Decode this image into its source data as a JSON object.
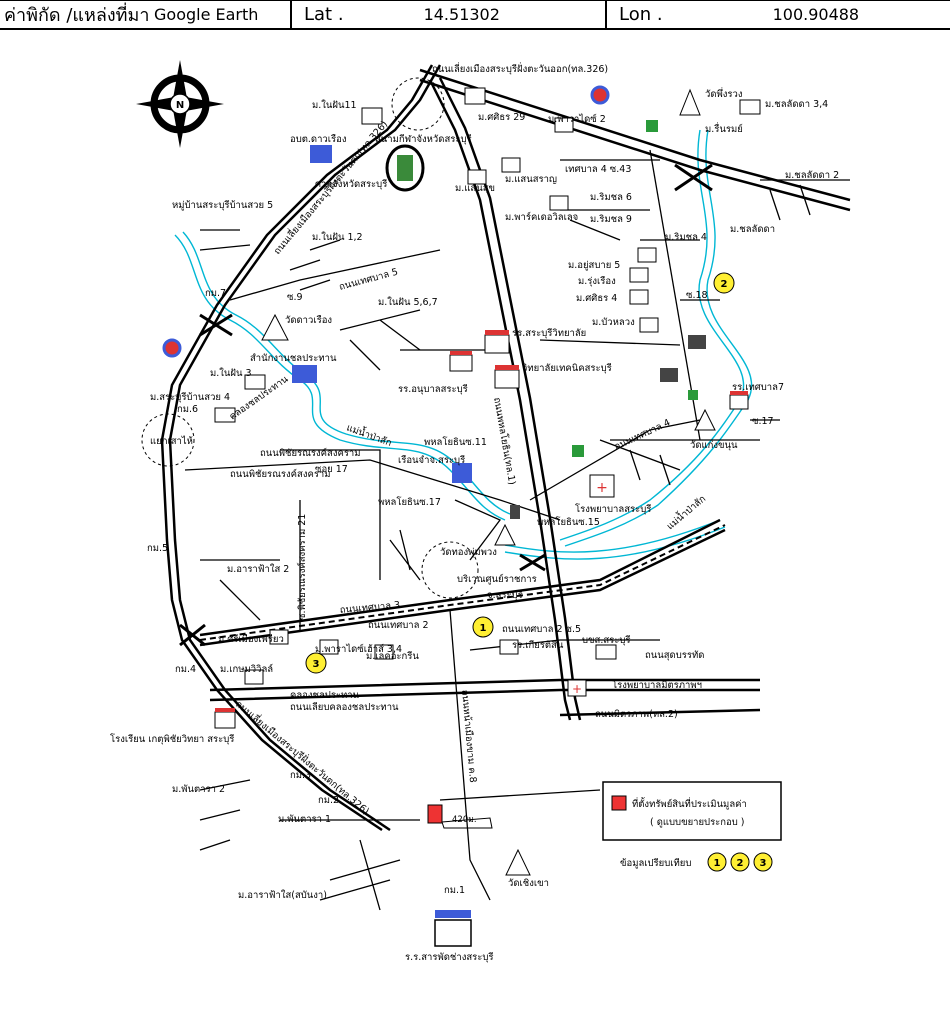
{
  "header": {
    "coord_label": "ค่าพิกัด /แหล่งที่มา",
    "source": "Google Earth",
    "lat_label": "Lat .",
    "lat_value": "14.51302",
    "lon_label": "Lon .",
    "lon_value": "100.90488"
  },
  "compass_letter": "N",
  "legend": {
    "subject_label": "ที่ตั้งทรัพย์สินที่ประเมินมูลค่า",
    "subject_sub": "( ดูแบบขยายประกอบ )",
    "comparables_label": "ข้อมูลเปรียบเทียบ",
    "comparables": [
      "1",
      "2",
      "3"
    ]
  },
  "subject_distance": "420ม.",
  "comparable_markers": [
    "1",
    "2",
    "3"
  ],
  "labels": {
    "road_saraburi_bypass_top": "ถนนเลี่ยงเมืองสระบุรีฝั่งตะวันออก(ทล.326)",
    "road_saraburi_bypass_left": "ถนนเลี่ยงเมืองสระบุรีฝั่งตะวันตก(ทล.326)",
    "road_saraburi_bypass_bottom": "ถนนเลี่ยงเมืองสระบุรีฝั่งตะวันตก(ทล.326)",
    "road_phahonyothin": "ถนนพหลโยธิน(ทล.1)",
    "road_thesaban5": "ถนนเทศบาล 5",
    "road_thesaban4": "ถนนเทศบาล 4",
    "road_thesaban4_43": "เทศบาล 4 ซ.43",
    "road_thesaban3": "ถนนเทศบาล 3",
    "road_thesaban2": "ถนนเทศบาล 2",
    "road_thesaban2_s5": "ถนนเทศบาล 2 ซ.5",
    "road_phichai_top": "ถนนพิชัยรณรงค์สงคราม",
    "road_phichai_mid": "ถนนพิชัยรณรงค์สงคราม",
    "road_phichai_s17": "ซอย 17",
    "road_phichai_s21": "ซ.พิชัยรณรงค์สงคราม 21",
    "road_sutbanthat": "ถนนสุดบรรทัด",
    "road_mittraphap": "ถนนมิตรภาพ(ทล.2)",
    "road_canal": "คลองชลประทาน",
    "road_canal_side": "ถนนเลียบคลองชลประทาน",
    "road_nongkhaem": "ถนนหน้าเมืองขาม ค.8",
    "canal_klong": "คลองชลประทาน",
    "river_pasak1": "แม่น้ำป่าสัก",
    "river_pasak2": "แม่น้ำป่าสัก",
    "m_nainfan11": "ม.ในฝัน11",
    "m_sirin29": "ม.ศศิธร 29",
    "m_pharadai2": "ม.พาราไดซ์ 2",
    "wat_phungrung": "วัดพึ่งรวง",
    "m_chollada34": "ม.ชลลัดดา 3,4",
    "m_rinrom": "ม.รื่นรมย์",
    "m_chollada2": "ม.ชลลัดดา 2",
    "m_chollada": "ม.ชลลัดดา",
    "orbortor": "อบต.ดาวเรือง",
    "stadium": "สนามกีฬาจังหวัดสระบุรี",
    "m_saensuk": "ม.แสนสุข",
    "m_saensarn": "ม.แสนสราญ",
    "m_rimchol6": "ม.ริมชล 6",
    "m_park": "ม.พาร์คเดอวิลเลจ",
    "m_rimchol9": "ม.ริมชล 9",
    "m_rimchol4": "ม.ริมชล 4",
    "m_yoosabai5": "ม.อยู่สบาย 5",
    "m_rungruang": "ม.รุ่งเรือง",
    "m_sirin4": "ม.ศศิธร 4",
    "m_buawang": "ม.บัวหลวง",
    "s18": "ซ.18",
    "s17r": "ซ.17",
    "m_ban_saraburi5": "หมู่บ้านสระบุรีบ้านสวย 5",
    "court": "ศาลจังหวัดสระบุรี",
    "m_nainfan12": "ม.ในฝัน 1,2",
    "km7": "กม.7",
    "s9": "ซ.9",
    "m_nainfan567": "ม.ในฝัน 5,6,7",
    "wat_daoruang": "วัดดาวเรือง",
    "irrigation_office": "สำนักงานชลประทาน",
    "school_saraburi_wittaya": "รร.สระบุรีวิทยาลัย",
    "tech_college": "วิทยาลัยเทคนิคสระบุรี",
    "school_anuban": "รร.อนุบาลสระบุรี",
    "m_nainfan3": "ม.ในฝัน 3",
    "m_saraburi_bansuay4": "ม.สระบุรีบ้านสวย 4",
    "km6": "กม.6",
    "junction_saohai": "แยกเสาไห้",
    "phahon_s11": "พหลโยธินซ.11",
    "prison": "เรือนจำจ.สระบุรี",
    "school_thesaban7": "รร.เทศบาล7",
    "wat_kaengchanun": "วัดแก่งขนุน",
    "hospital_saraburi": "โรงพยาบาลสระบุรี",
    "phahon_s17": "พหลโยธินซ.17",
    "phahon_s15": "พหลโยธินซ.15",
    "wat_thongphumphuang": "วัดทองพุ่มพวง",
    "govt_center": "บริเวณศูนย์ราชการ",
    "govt_center2": "จ.สระบุรี",
    "km5": "กม.5",
    "m_athara2": "ม.อาราฟ้าใส 2",
    "m_srimuang": "ม.ศรีเมืองเพรียว",
    "m_pharadai34": "ม.พาราไดซ์เฮ้าส์ 3,4",
    "m_lakeview": "ม.เลคอะกรีน",
    "school_kiatthon": "รร.เกียรติสิน",
    "bkk_saraburi": "บขส.สระบุรี",
    "km4": "กม.4",
    "m_kasem": "ม.เกษมวิวิลล์",
    "hospital_mittraphap": "โรงพยาบาลมิตรภาพฯ",
    "school_kasetphichai": "โรงเรียน เกตุพิชัยวิทยา สระบุรี",
    "km3": "กม.3",
    "m_phantara2": "ม.พันตารา 2",
    "km2": "กม.2",
    "m_phantara1": "ม.พันตารา 1",
    "wat_choengkhao": "วัดเชิงเขา",
    "km1": "กม.1",
    "m_athara_sbnga": "ม.อาราฟ้าใส(สบันงา)",
    "school_saraphat": "ร.ร.สารพัดช่างสระบุรี"
  }
}
